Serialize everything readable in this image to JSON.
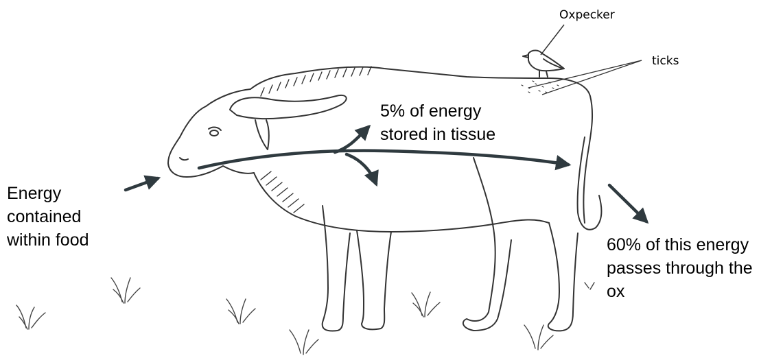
{
  "labels": {
    "food": "Energy\ncontained\nwithin food",
    "stored": "5% of energy\nstored in tissue",
    "passes": "60% of this energy\npasses through the\nox",
    "oxpecker": "Oxpecker",
    "ticks": "ticks"
  },
  "colors": {
    "arrow": "#2f3a3f",
    "outline": "#333333",
    "text": "#000000"
  },
  "icons": {
    "ox": "ox-illustration",
    "bird": "oxpecker-bird-illustration",
    "grass": "grass-tuft-illustration"
  }
}
